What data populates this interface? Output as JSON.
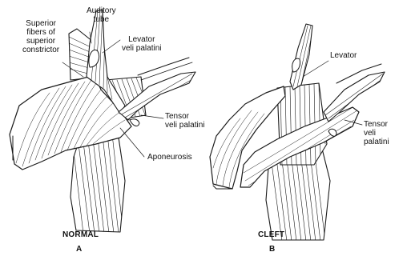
{
  "panel_a": {
    "labels": {
      "auditory_tube": [
        "Auditory",
        "tube"
      ],
      "superior_constrictor": [
        "Superior",
        "fibers of",
        "superior",
        "constrictor"
      ],
      "levator": [
        "Levator",
        "veli palatini"
      ],
      "tensor": [
        "Tensor",
        "veli palatini"
      ],
      "aponeurosis": "Aponeurosis"
    },
    "caption": "NORMAL",
    "letter": "A"
  },
  "panel_b": {
    "labels": {
      "levator": "Levator",
      "tensor": [
        "Tensor",
        "veli",
        "palatini"
      ]
    },
    "caption": "CLEFT",
    "letter": "B"
  }
}
